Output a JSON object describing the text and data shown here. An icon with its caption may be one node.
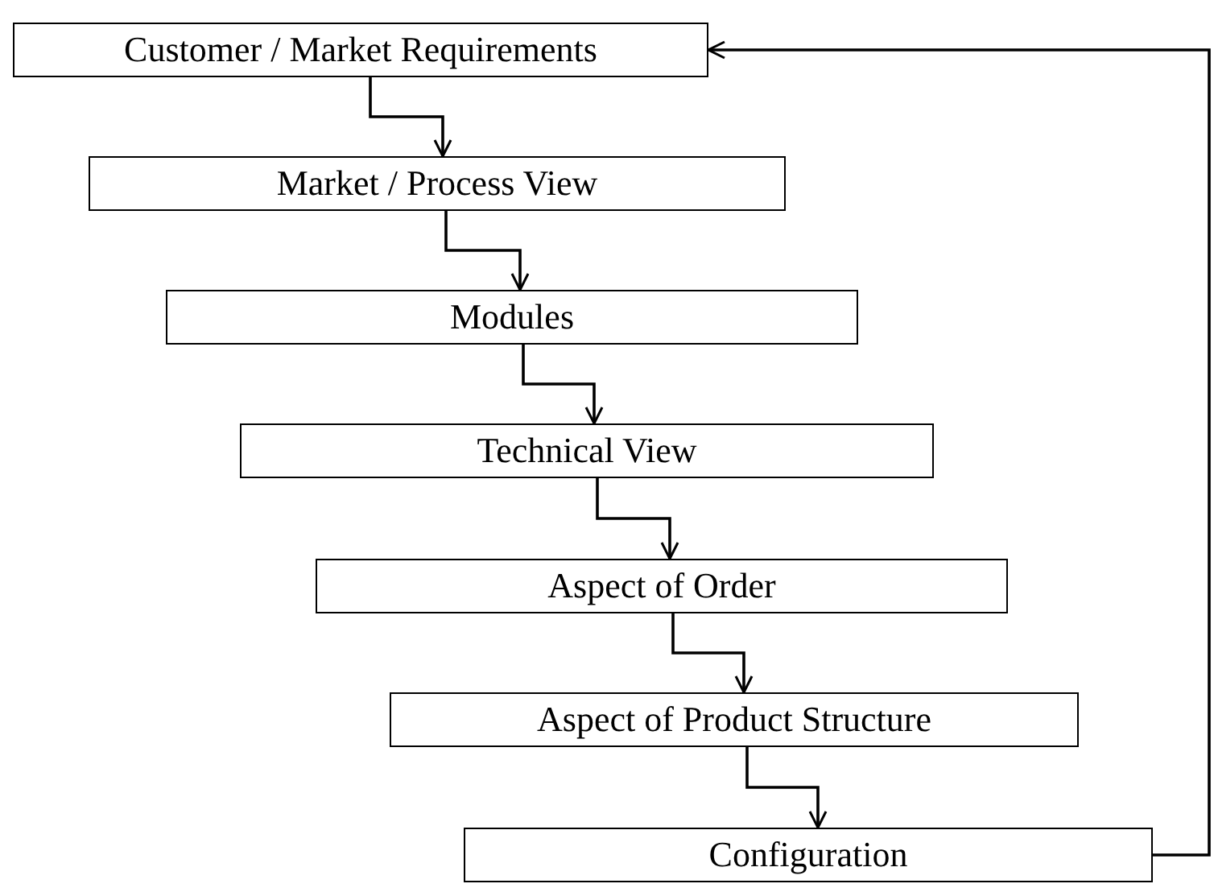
{
  "diagram": {
    "nodes": [
      {
        "text": [
          "Customer / Market Requirements"
        ]
      },
      {
        "text": [
          "Market / Process View"
        ]
      },
      {
        "text": [
          "Modules"
        ]
      },
      {
        "text": [
          "Technical View"
        ]
      },
      {
        "text": [
          "Aspect of Order"
        ]
      },
      {
        "text": [
          "Aspect of Product Structure"
        ]
      },
      {
        "text": [
          "Configuration"
        ]
      }
    ],
    "edges": [
      {
        "from": 0,
        "to": 1,
        "arrow": "to"
      },
      {
        "from": 1,
        "to": 2,
        "arrow": "to"
      },
      {
        "from": 2,
        "to": 3,
        "arrow": "to"
      },
      {
        "from": 3,
        "to": 4,
        "arrow": "to"
      },
      {
        "from": 4,
        "to": 5,
        "arrow": "to"
      },
      {
        "from": 5,
        "to": 6,
        "arrow": "to"
      },
      {
        "from": 6,
        "to": 0,
        "arrow": "to"
      }
    ]
  }
}
